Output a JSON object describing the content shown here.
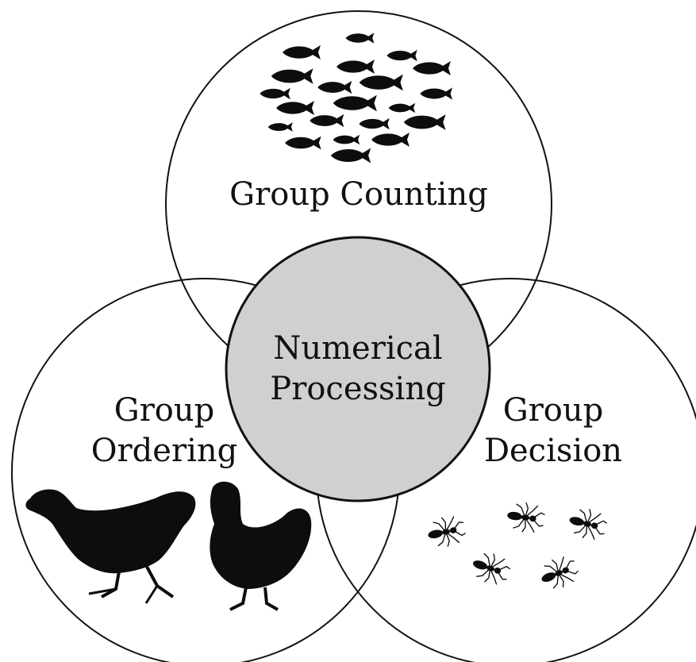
{
  "diagram": {
    "center": {
      "line1": "Numerical",
      "line2": "Processing",
      "fill": "#d0d0d0"
    },
    "top": {
      "label": "Group Counting",
      "icon": "fish-school-icon"
    },
    "left": {
      "line1": "Group",
      "line2": "Ordering",
      "icon": "chicken-icon"
    },
    "right": {
      "line1": "Group",
      "line2": "Decision",
      "icon": "ant-icon"
    }
  },
  "colors": {
    "stroke": "#111111",
    "background": "#ffffff",
    "center_fill": "#d0d0d0",
    "silhouette": "#0d0d0d"
  }
}
